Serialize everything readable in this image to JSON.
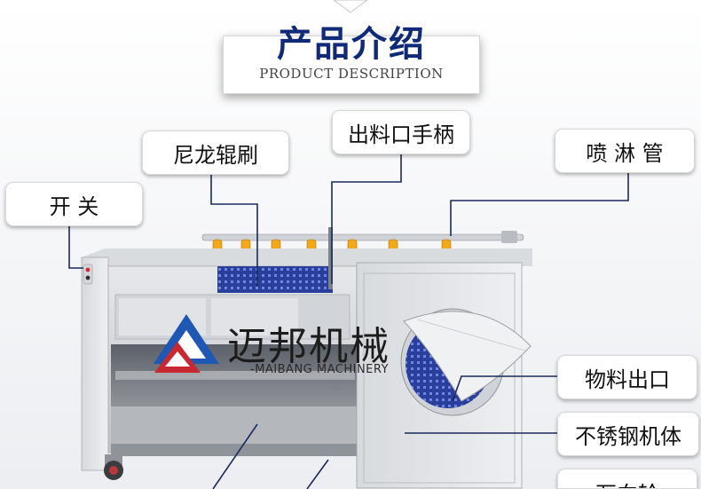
{
  "header": {
    "title_cn": "产品介绍",
    "title_en": "PRODUCT DESCRIPTION"
  },
  "callouts": {
    "nylon_brush": "尼龙辊刷",
    "outlet_handle": "出料口手柄",
    "spray_pipe": "喷 淋 管",
    "switch": "开  关",
    "material_outlet": "物料出口",
    "stainless_body": "不锈钢机体",
    "wheel": "万向轮"
  },
  "brand": {
    "name_cn": "迈邦机械",
    "name_en": "-MAIBANG MACHINERY"
  },
  "colors": {
    "title_blue": "#102a78",
    "logo_blue": "#1f57b5",
    "logo_red": "#c8282f",
    "pointer_line": "#1a2a5a"
  }
}
